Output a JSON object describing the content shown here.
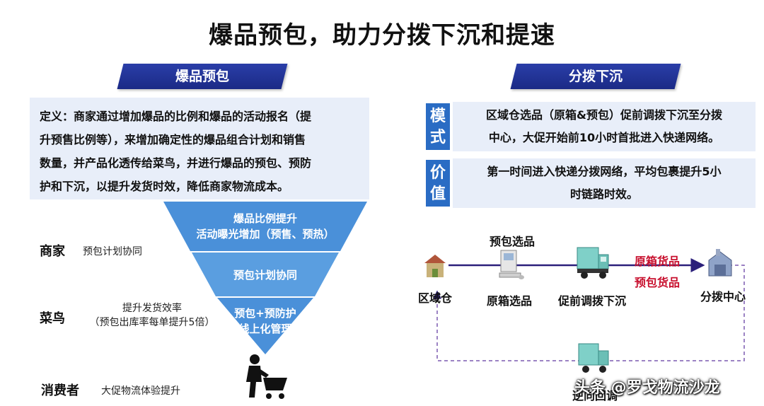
{
  "title": "爆品预包，助力分拨下沉和提速",
  "left": {
    "tab": "爆品预包",
    "definition": [
      "定义：商家通过增加爆品的比例和爆品的活动报名（提",
      "升预售比例等），来增加确定性的爆品组合计划和销售",
      "数量，并产品化透传给菜鸟，并进行爆品的预包、预防",
      "护和下沉，以提升发货时效，降低商家物流成本。"
    ],
    "funnel": [
      {
        "lines": [
          "爆品比例提升",
          "活动曝光增加（预售、预热）"
        ]
      },
      {
        "lines": [
          "预包计划协同"
        ]
      },
      {
        "lines": [
          "预包+预防护",
          "线上化管理"
        ]
      }
    ],
    "rows": [
      {
        "label": "商家",
        "note": "预包计划协同"
      },
      {
        "label": "菜鸟",
        "note_lines": [
          "提升发货效率",
          "（预包出库率每单提升5倍）"
        ]
      },
      {
        "label": "消费者",
        "note": "大促物流体验提升"
      }
    ],
    "cart_icon": "shopping-cart-icon"
  },
  "right": {
    "tab": "分拨下沉",
    "mode": {
      "badge": [
        "模",
        "式"
      ],
      "lines": [
        "区域仓选品（原箱&预包）促前调拨下沉至分拨",
        "中心，大促开始前10小时首批进入快递网络。"
      ]
    },
    "value": {
      "badge": [
        "价",
        "值"
      ],
      "lines": [
        "第一时间进入快递分拨网络，平均包裹提升5小",
        "时链路时效。"
      ]
    },
    "flow": {
      "nodes": [
        {
          "label": "区域仓",
          "icon": "warehouse-icon"
        },
        {
          "label": "原箱选品",
          "icon": "computer-icon"
        },
        {
          "label": "促前调拨下沉",
          "icon": "truck-icon"
        },
        {
          "label": "分拨中心",
          "icon": "distribution-center-icon"
        }
      ],
      "top_label": "预包选品",
      "red_labels": [
        "原箱货品",
        "预包货品"
      ],
      "return_label": "逆向回调",
      "return_icon": "truck-icon"
    }
  },
  "watermark": "头条 @罗戈物流沙龙",
  "colors": {
    "tab": "#1b2a86",
    "funnel": "#4a90d9",
    "badge": "#2a6cc4",
    "box": "#e8eef9",
    "red": "#c8102e",
    "line": "#2b1f7a"
  }
}
